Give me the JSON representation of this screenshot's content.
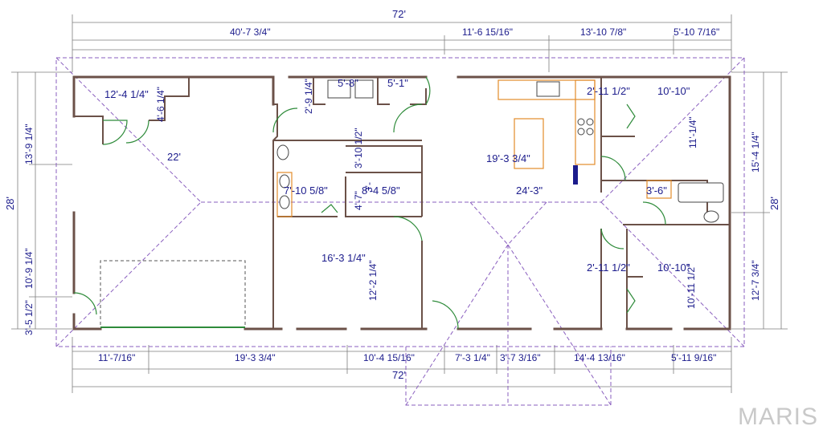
{
  "top_dims": {
    "overall": "72'",
    "seg1": "40'-7 3/4\"",
    "seg2": "11'-6 15/16\"",
    "seg3": "13'-10 7/8\"",
    "seg4": "5'-10 7/16\""
  },
  "bottom_dims": {
    "overall": "72'",
    "seg1": "11'-7/16\"",
    "seg2": "19'-3 3/4\"",
    "seg3": "10'-4 15/16\"",
    "seg4": "7'-3 1/4\"",
    "seg5": "3'-7 3/16\"",
    "seg6": "14'-4 13/16\"",
    "seg7": "5'-11 9/16\""
  },
  "left_dims": {
    "overall": "28'",
    "seg1": "13'-9 1/4\"",
    "seg2": "10'-9 1/4\"",
    "seg3": "3'-5 1/2\""
  },
  "right_dims": {
    "overall": "28'",
    "seg1": "15'-4 1/4\"",
    "seg2": "12'-7 3/4\""
  },
  "room_dims": {
    "garage_depth": "22'",
    "garage_nook": "12'-4 1/4\"",
    "nook_depth": "4'-6 1/4\"",
    "closet_a": "2'-9 1/4\"",
    "laundry_a": "5'-8\"",
    "laundry_b": "5'-1\"",
    "bath_a": "3'-10 1/2\"",
    "bath_w": "7'-10 5/8\"",
    "hall_a": "4'-7\"",
    "hall_b": "3'-",
    "hall_w": "8'-4 5/8\"",
    "kitchen_w": "19'-3 3/4\"",
    "great_room_w": "24'-3\"",
    "bed_room_w": "16'-3 1/4\"",
    "bed_room_d": "12'-2 1/4\"",
    "mbr_closet_top": "2'-11 1/2\"",
    "mbr_top_w": "10'-10\"",
    "mbr_top_d": "11'-1/4\"",
    "bath_b": "3'-6\"",
    "mbr_closet_bot": "2'-11 1/2\"",
    "br_bot_w": "10'-10\"",
    "br_bot_d": "10'-11 1/2\""
  },
  "watermark": "MARIS",
  "colors": {
    "walls": "#6b5148",
    "dimension_text": "#1c1c8c",
    "roof_line": "#8a5fbf",
    "door_swing": "#2e8b3a",
    "kitchen_fixture": "#e28b2a"
  }
}
